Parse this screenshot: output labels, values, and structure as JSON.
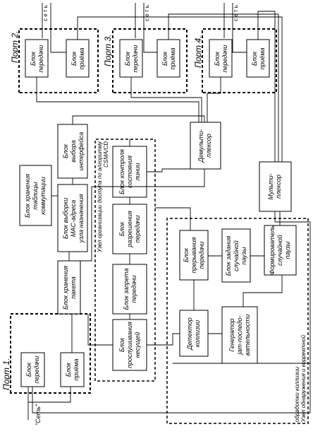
{
  "ports": {
    "port1": "Порт 1.",
    "port2": "Порт 2.",
    "port3": "Порт 3.",
    "port4": "Порт 4."
  },
  "blocks": {
    "tx": "Блок передачи",
    "rx": "Блок приёма",
    "buffer": "Блок хранения пакета",
    "table": "Блок хранения таблицы коммутации",
    "mac": "Блок выборки MAC-адреса узла назначения",
    "iface": "Блок выбора интерфейса",
    "demux": "Демульти-плексор",
    "mux": "Мульти-плексор",
    "carrier": "Блок прослушивания несущей",
    "forbid": "Блок запрета передачи",
    "allow": "Блок разрешения передачи",
    "linectl": "Блок контроля состояния линии",
    "detector": "Детектор коллизии",
    "interrupt": "Блок прерывания передачи",
    "generator": "Генератор jam-последо-вательности",
    "setpause": "Блок задания случайной паузы",
    "formpause": "Формирователь случайной паузы"
  },
  "groups": {
    "csma": "Узел организации доступа по алгоритму CSMA/CD",
    "collision": "Узел обнаружения и корректной обработки коллизии"
  },
  "net": {
    "vertical": "с е т ь",
    "quoted": "\"Сеть\""
  }
}
